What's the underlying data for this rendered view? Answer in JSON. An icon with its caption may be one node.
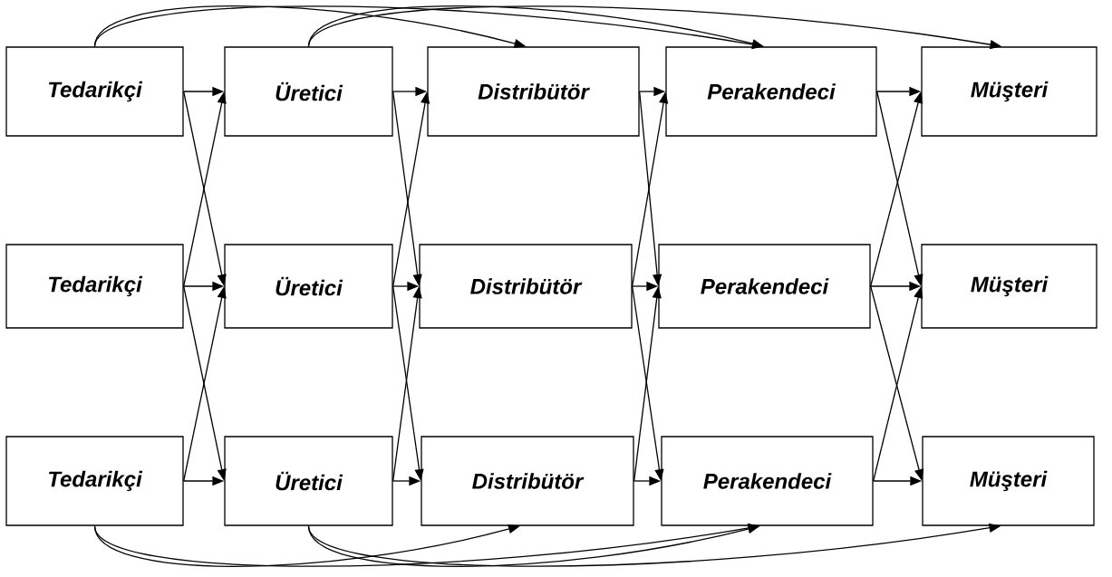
{
  "diagram": {
    "nodes": [
      {
        "text": [
          "Tedarikçi"
        ]
      },
      {
        "text": [
          "Üretici"
        ]
      },
      {
        "text": [
          "Distribütör"
        ]
      },
      {
        "text": [
          "Perakendeci"
        ]
      },
      {
        "text": [
          "Müşteri"
        ]
      },
      {
        "text": [
          "Tedarikçi"
        ]
      },
      {
        "text": [
          "Üretici"
        ]
      },
      {
        "text": [
          "Distribütör"
        ]
      },
      {
        "text": [
          "Perakendeci"
        ]
      },
      {
        "text": [
          "Müşteri"
        ]
      },
      {
        "text": [
          "Tedarikçi"
        ]
      },
      {
        "text": [
          "Üretici"
        ]
      },
      {
        "text": [
          "Distribütör"
        ]
      },
      {
        "text": [
          "Perakendeci"
        ]
      },
      {
        "text": [
          "Müşteri"
        ]
      }
    ],
    "edges": [
      {
        "from": 0,
        "to": 1,
        "arrow": "to"
      },
      {
        "from": 5,
        "to": 6,
        "arrow": "to"
      },
      {
        "from": 10,
        "to": 11,
        "arrow": "to"
      },
      {
        "from": 0,
        "to": 6,
        "arrow": "to"
      },
      {
        "from": 5,
        "to": 1,
        "arrow": "to"
      },
      {
        "from": 5,
        "to": 11,
        "arrow": "to"
      },
      {
        "from": 10,
        "to": 6,
        "arrow": "to"
      },
      {
        "from": 1,
        "to": 2,
        "arrow": "to"
      },
      {
        "from": 6,
        "to": 7,
        "arrow": "to"
      },
      {
        "from": 11,
        "to": 12,
        "arrow": "to"
      },
      {
        "from": 1,
        "to": 7,
        "arrow": "to"
      },
      {
        "from": 6,
        "to": 2,
        "arrow": "to"
      },
      {
        "from": 6,
        "to": 12,
        "arrow": "to"
      },
      {
        "from": 11,
        "to": 7,
        "arrow": "to"
      },
      {
        "from": 2,
        "to": 3,
        "arrow": "to"
      },
      {
        "from": 7,
        "to": 8,
        "arrow": "to"
      },
      {
        "from": 12,
        "to": 13,
        "arrow": "to"
      },
      {
        "from": 2,
        "to": 8,
        "arrow": "to"
      },
      {
        "from": 7,
        "to": 3,
        "arrow": "to"
      },
      {
        "from": 7,
        "to": 13,
        "arrow": "to"
      },
      {
        "from": 12,
        "to": 8,
        "arrow": "to"
      },
      {
        "from": 3,
        "to": 4,
        "arrow": "to"
      },
      {
        "from": 8,
        "to": 9,
        "arrow": "to"
      },
      {
        "from": 13,
        "to": 14,
        "arrow": "to"
      },
      {
        "from": 3,
        "to": 9,
        "arrow": "to"
      },
      {
        "from": 8,
        "to": 4,
        "arrow": "to"
      },
      {
        "from": 8,
        "to": 14,
        "arrow": "to"
      },
      {
        "from": 13,
        "to": 9,
        "arrow": "to"
      },
      {
        "from": 0,
        "to": 2,
        "arrow": "to"
      },
      {
        "from": 0,
        "to": 3,
        "arrow": "to"
      },
      {
        "from": 1,
        "to": 3,
        "arrow": "to"
      },
      {
        "from": 1,
        "to": 4,
        "arrow": "to"
      },
      {
        "from": 10,
        "to": 12,
        "arrow": "to"
      },
      {
        "from": 10,
        "to": 13,
        "arrow": "to"
      },
      {
        "from": 11,
        "to": 13,
        "arrow": "to"
      },
      {
        "from": 11,
        "to": 14,
        "arrow": "to"
      }
    ]
  }
}
